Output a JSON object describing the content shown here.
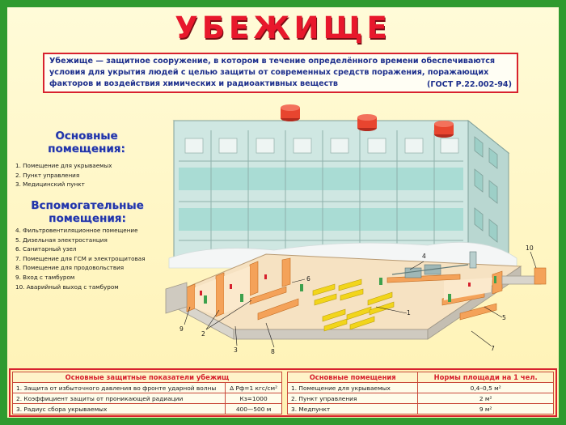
{
  "title": "УБЕЖИЩЕ",
  "definition": {
    "text": "Убежище — защитное сооружение, в котором в течение определённого времени обеспечиваются условия для укрытия людей с целью защиты от современных средств поражения, поражающих факторов и воздействия химических и радиоактивных веществ",
    "gost": "(ГОСТ Р.22.002-94)"
  },
  "main_rooms": {
    "heading_line1": "Основные",
    "heading_line2": "помещения:",
    "items": [
      "1. Помещение для укрываемых",
      "2. Пункт управления",
      "3. Медицинский пункт"
    ]
  },
  "aux_rooms": {
    "heading_line1": "Вспомогательные",
    "heading_line2": "помещения:",
    "items": [
      "4. Фильтровентиляционное помещение",
      "5. Дизельная электростанция",
      "6. Санитарный узел",
      "7. Помещение для ГСМ и электрощитовая",
      "8. Помещение для продовольствия",
      "9. Вход с тамбуром",
      "10. Аварийный выход с тамбуром"
    ]
  },
  "callouts": [
    "1",
    "2",
    "3",
    "4",
    "5",
    "6",
    "7",
    "8",
    "9",
    "10"
  ],
  "table_left": {
    "header": "Основные защитные показатели убежищ",
    "rows": [
      {
        "label": "1. Защита от избыточного давления во фронте ударной волны",
        "value": "Δ Рф=1 кгс/см²"
      },
      {
        "label": "2. Коэффициент защиты от проникающей радиации",
        "value": "Кз=1000"
      },
      {
        "label": "3. Радиус сбора укрываемых",
        "value": "400—500 м"
      }
    ]
  },
  "table_right": {
    "header_left": "Основные помещения",
    "header_right": "Нормы площади на 1 чел.",
    "rows": [
      {
        "label": "1. Помещение для укрываемых",
        "value": "0,4–0,5 м²"
      },
      {
        "label": "2. Пункт управления",
        "value": "2 м²"
      },
      {
        "label": "3. Медпункт",
        "value": "9 м²"
      }
    ]
  },
  "colors": {
    "frame": "#2f9a2f",
    "title": "#e8182c",
    "heading": "#2235a8",
    "building_glass": "#a9dcd4",
    "room_floor": "#f4a259",
    "bench": "#f2d51b",
    "cap": "#e8452f"
  }
}
